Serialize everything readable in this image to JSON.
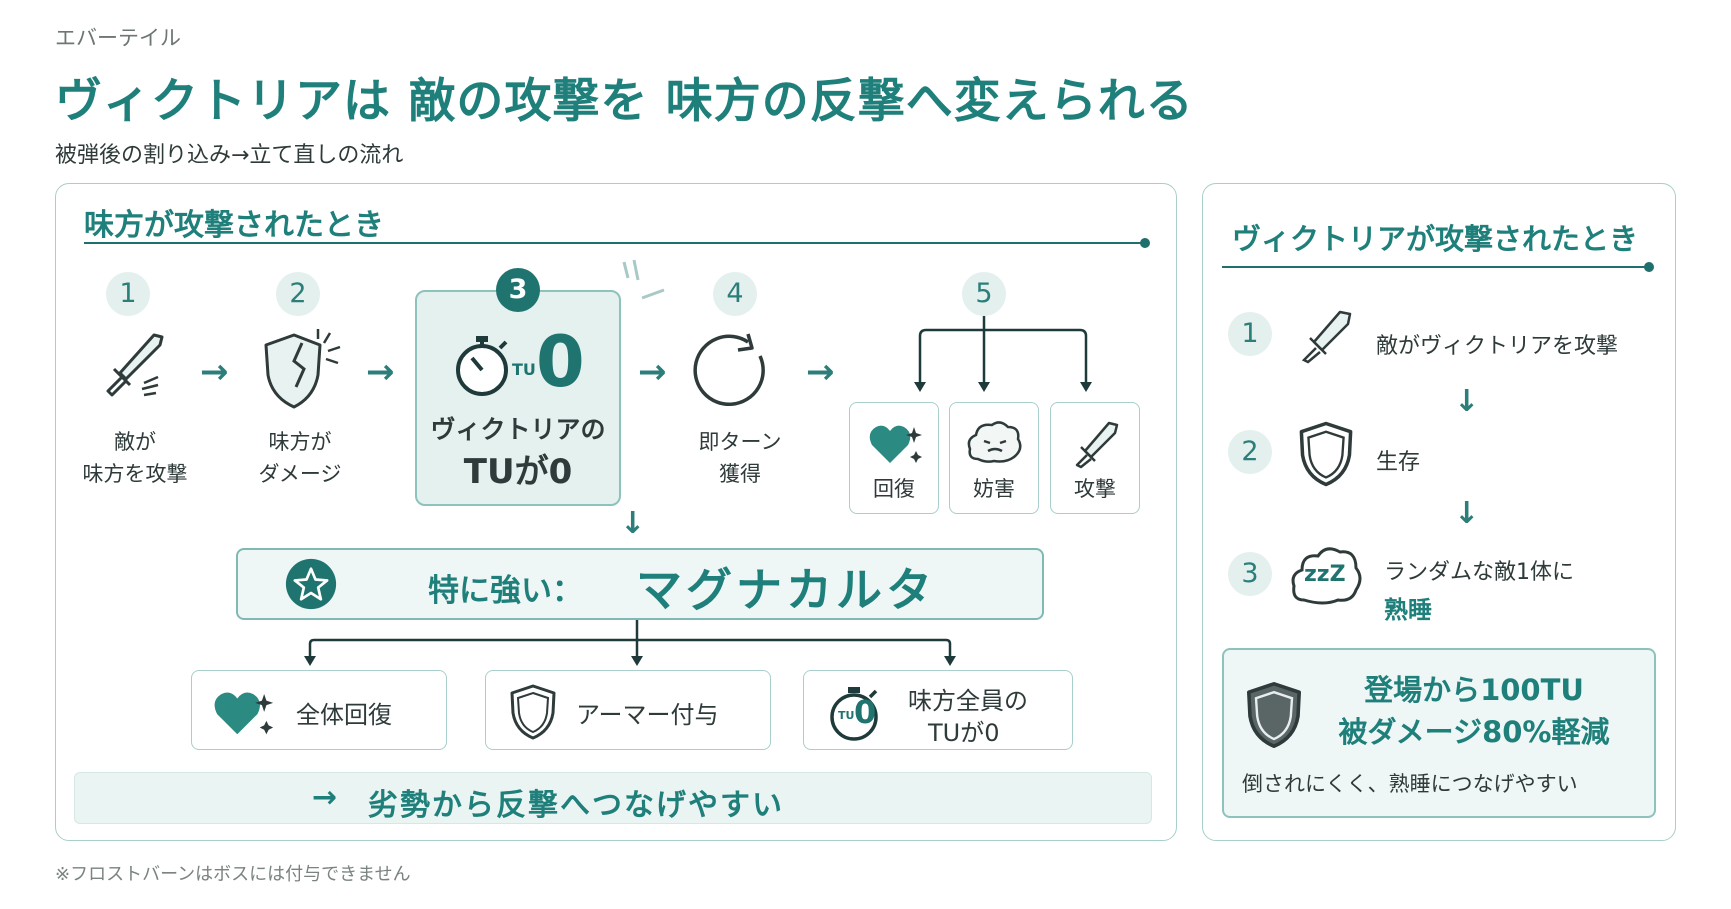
{
  "header": {
    "brand": "エバーテイル",
    "title": "ヴィクトリアは 敵の攻撃を 味方の反撃へ変えられる",
    "subtitle": "被弾後の割り込み→立て直しの流れ"
  },
  "left_panel": {
    "title": "味方が攻撃されたとき",
    "steps": [
      {
        "num": "1",
        "line1": "敵が",
        "line2": "味方を攻撃",
        "icon": "sword-icon"
      },
      {
        "num": "2",
        "line1": "味方が",
        "line2": "ダメージ",
        "icon": "broken-shield-icon"
      },
      {
        "num": "3",
        "line1": "ヴィクトリアの",
        "line2": "TUが0",
        "icon": "stopwatch-icon",
        "tu_small": "TU",
        "tu_big": "0"
      },
      {
        "num": "4",
        "line1": "即ターン",
        "line2": "獲得",
        "icon": "refresh-icon"
      },
      {
        "num": "5",
        "icon": "branch-icon"
      }
    ],
    "options": [
      {
        "label": "回復",
        "icon": "heart-sparkle-icon"
      },
      {
        "label": "妨害",
        "icon": "cloud-face-icon"
      },
      {
        "label": "攻撃",
        "icon": "sword-icon"
      }
    ],
    "magna": {
      "prefix": "特に強い：",
      "name": "マグナカルタ",
      "icon": "star-icon"
    },
    "effects": [
      {
        "label": "全体回復",
        "icon": "heart-sparkle-icon"
      },
      {
        "label": "アーマー付与",
        "icon": "shield-icon"
      },
      {
        "line1": "味方全員の",
        "line2": "TUが0",
        "icon": "stopwatch-icon",
        "tu_small": "TU",
        "tu_big": "0"
      }
    ],
    "bottom": {
      "arrow": "→",
      "text": "劣勢から反撃へつなげやすい"
    }
  },
  "right_panel": {
    "title": "ヴィクトリアが攻撃されたとき",
    "steps": [
      {
        "num": "1",
        "label": "敵がヴィクトリアを攻撃",
        "icon": "sword-icon"
      },
      {
        "num": "2",
        "label": "生存",
        "icon": "shield-icon"
      },
      {
        "num": "3",
        "line1": "ランダムな敵1体に",
        "line2": "熟睡",
        "icon": "sleep-cloud-icon",
        "zzz": "zzZ"
      }
    ],
    "box": {
      "line1": "登場から100TU",
      "line2": "被ダメージ80%軽減",
      "note": "倒されにくく、熟睡につなげやすい",
      "icon": "dark-shield-icon"
    }
  },
  "footnote": "※フロストバーンはボスには付与できません",
  "colors": {
    "accent": "#1f7f7a",
    "dark_accent": "#1f7470",
    "light_bg": "#e5f1ef",
    "border": "#a8cfcb"
  }
}
